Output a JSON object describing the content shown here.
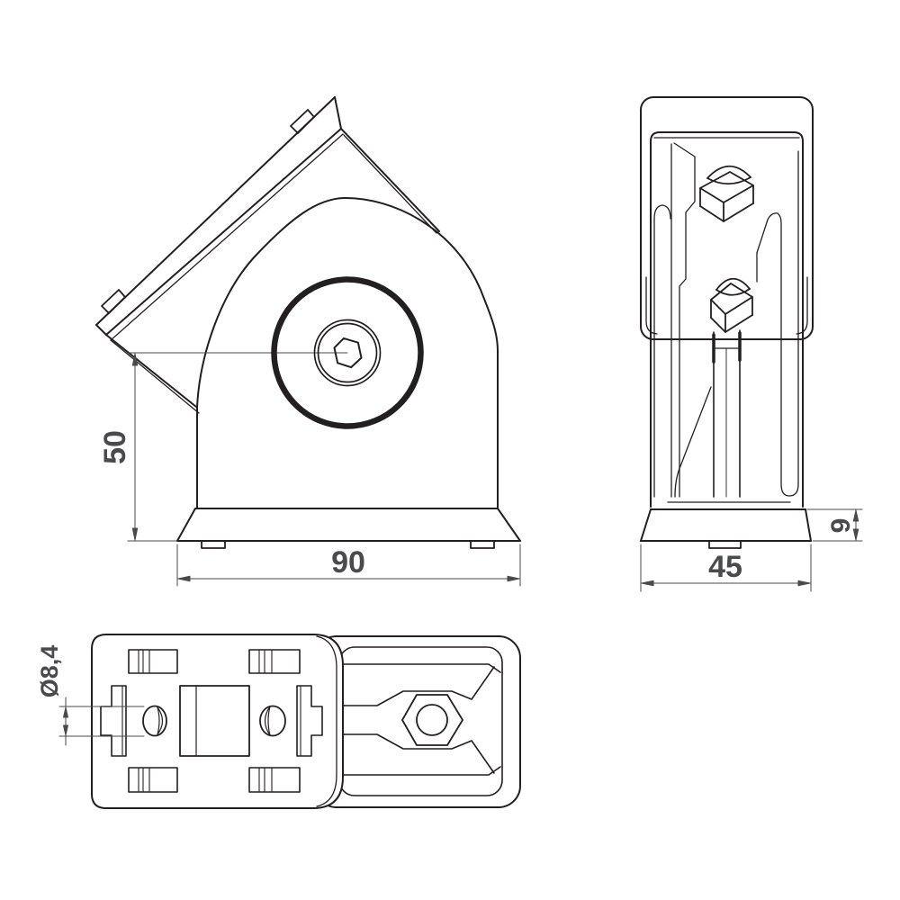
{
  "drawing": {
    "background": "#ffffff",
    "line_color": "#231f20",
    "dim_color": "#4a4a4c",
    "views": {
      "front": {
        "dim_height": "50",
        "dim_width": "90"
      },
      "side": {
        "dim_width": "45",
        "dim_base_thickness": "9"
      },
      "bottom": {
        "dim_hole_diameter": "Ø8,4"
      }
    }
  }
}
